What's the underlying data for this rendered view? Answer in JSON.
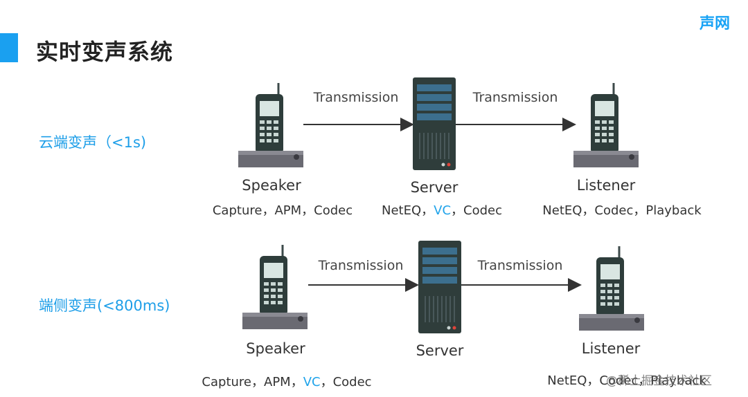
{
  "brand": "声网",
  "title": "实时变声系统",
  "rows": [
    {
      "label": "云端变声（<1s)",
      "speaker": {
        "name": "Speaker",
        "tasks": [
          "Capture",
          "APM",
          "Codec"
        ]
      },
      "server": {
        "name": "Server",
        "tasks": [
          "NetEQ",
          "VC",
          "Codec"
        ]
      },
      "listener": {
        "name": "Listener",
        "tasks": [
          "NetEQ",
          "Codec",
          "Playback"
        ]
      },
      "edges": [
        "Transmission",
        "Transmission"
      ]
    },
    {
      "label": "端侧变声(<800ms)",
      "speaker": {
        "name": "Speaker",
        "tasks": [
          "Capture",
          "APM",
          "VC",
          "Codec"
        ]
      },
      "server": {
        "name": "Server",
        "tasks": []
      },
      "listener": {
        "name": "Listener",
        "tasks": [
          "NetEQ",
          "Codec",
          "Playback"
        ]
      },
      "edges": [
        "Transmission",
        "Transmission"
      ]
    }
  ],
  "separator": "，",
  "highlight_term": "VC",
  "highlight_color": "#1fa3ea",
  "watermark": "@稀土掘金技术社区",
  "icons": [
    "phone-icon",
    "server-icon",
    "arrow-right-icon"
  ]
}
